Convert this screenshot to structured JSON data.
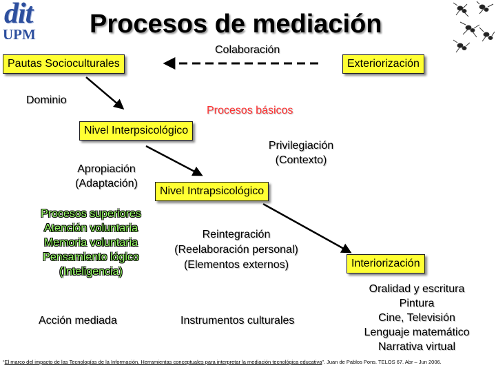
{
  "logo": {
    "dit": "dit",
    "upm": "UPM"
  },
  "title": "Procesos de mediación",
  "labels": {
    "colaboracion": "Colaboración",
    "pautas": "Pautas Socioculturales",
    "exteriorizacion": "Exteriorización",
    "dominio": "Dominio",
    "procesos_basicos": "Procesos básicos",
    "nivel_inter": "Nivel Interpsicológico",
    "privilegiacion": [
      "Privilegiación",
      "(Contexto)"
    ],
    "apropiacion": [
      "Apropiación",
      "(Adaptación)"
    ],
    "nivel_intra": "Nivel Intrapsicológico",
    "procesos_superiores": [
      "Procesos superiores",
      "Atención voluntaria",
      "Memoria voluntaria",
      "Pensamiento lógico",
      "(Inteligencia)"
    ],
    "reintegracion": [
      "Reintegración",
      "(Reelaboración personal)",
      "(Elementos externos)"
    ],
    "interiorizacion": "Interiorización",
    "accion_mediada": "Acción mediada",
    "instrumentos": "Instrumentos culturales",
    "medios": [
      "Oralidad y escritura",
      "Pintura",
      "Cine, Televisión",
      "Lenguaje matemático",
      "Narrativa virtual"
    ]
  },
  "footer": {
    "prefix": "“",
    "link": "El marco del impacto de las Tecnologías de la Información. Herramientas conceptuales para interpretar la mediación tecnológica educativa",
    "suffix": "”. Juan de Pablos Pons. TELOS 67. Abr – Jun 2006."
  },
  "colors": {
    "box_fill": "#ffff33",
    "accent_red": "#ff3333",
    "accent_green": "#99ff66",
    "logo_blue": "#2d4f9e"
  },
  "icons": [
    "ants-icon"
  ]
}
